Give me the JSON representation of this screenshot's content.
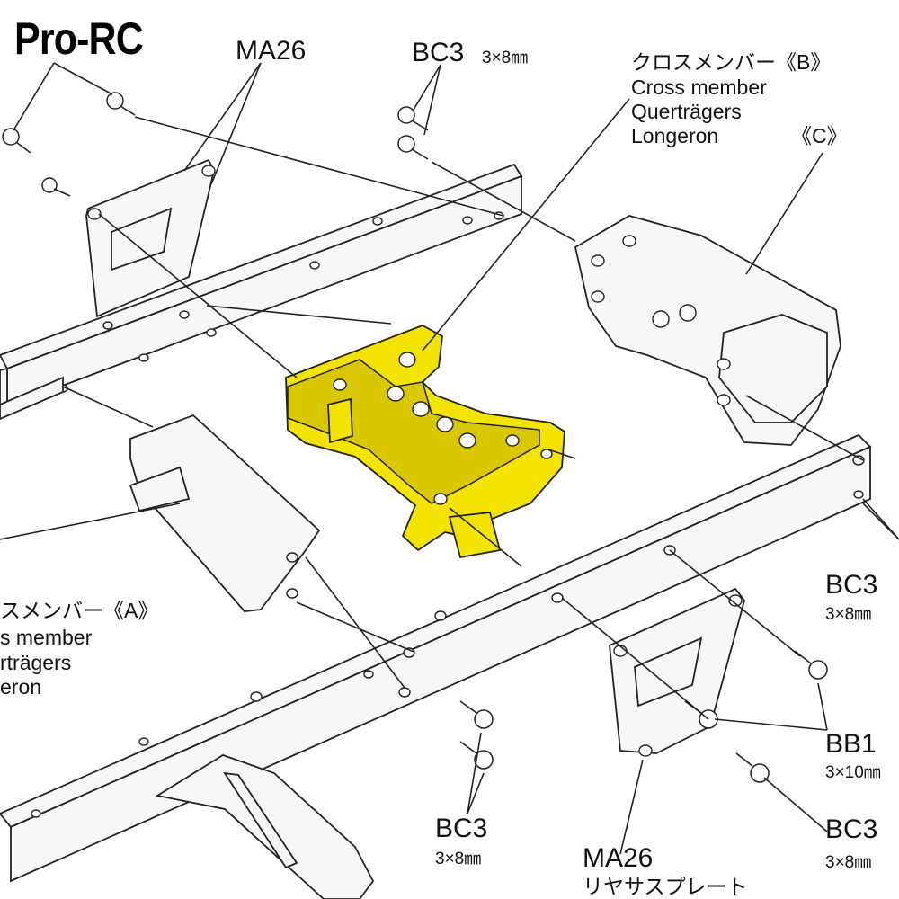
{
  "brand": "Pro-RC",
  "labels": {
    "ma26_top": "MA26",
    "bc3_top": "BC3",
    "bc3_top_size": "3×8㎜",
    "cross_b_ja": "クロスメンバー《B》",
    "cross_en": "Cross member",
    "cross_de": "Querträgers",
    "cross_fr": "Longeron",
    "cross_c": "《C》",
    "cross_a_ja": "スメンバー《A》",
    "cross_a_en": "s member",
    "cross_a_de": "rträgers",
    "cross_a_fr": "eron",
    "bc3_right": "BC3",
    "bc3_right_size": "3×8㎜",
    "bb1": "BB1",
    "bb1_size": "3×10㎜",
    "bc3_br": "BC3",
    "bc3_br_size": "3×8㎜",
    "bc3_bottom": "BC3",
    "bc3_bottom_size": "3×8㎜",
    "ma26_bottom": "MA26",
    "rear_plate_ja": "リヤサスプレート"
  },
  "colors": {
    "highlight": "#f2e400",
    "ink": "#222222"
  }
}
